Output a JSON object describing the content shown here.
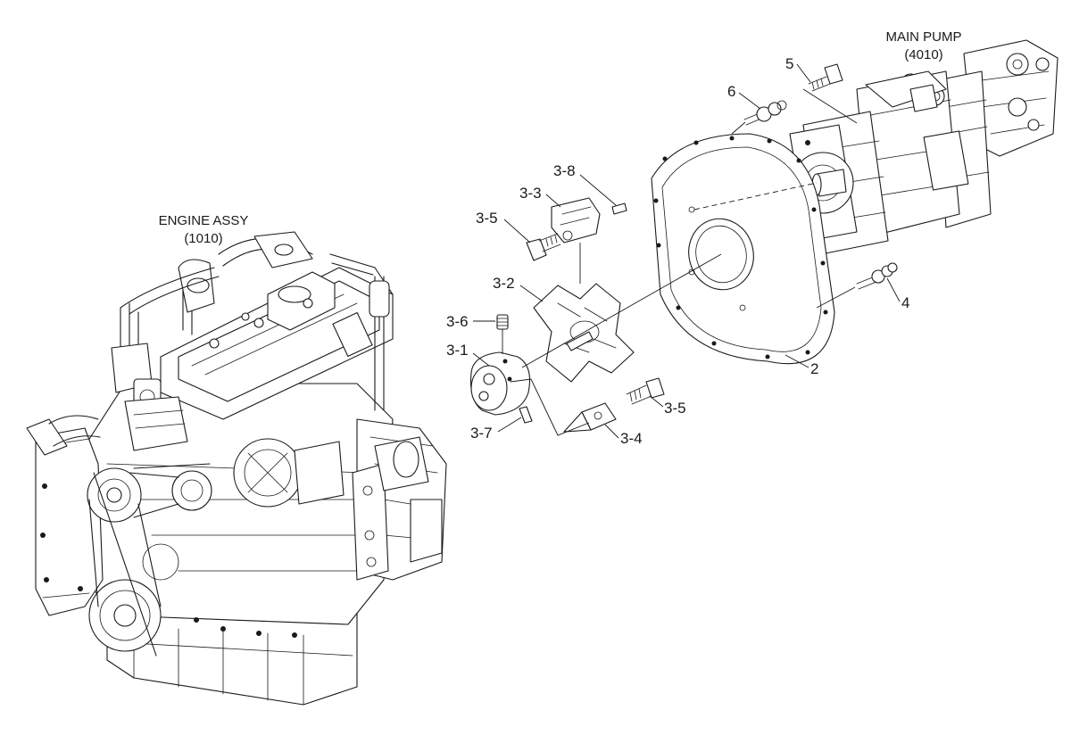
{
  "titles": {
    "engine": {
      "name": "ENGINE ASSY",
      "code": "(1010)"
    },
    "pump": {
      "name": "MAIN PUMP",
      "code": "(4010)"
    }
  },
  "callouts": {
    "c5": "5",
    "c6": "6",
    "c3_8": "3-8",
    "c3_3": "3-3",
    "c3_5a": "3-5",
    "c3_2": "3-2",
    "c3_6": "3-6",
    "c3_1": "3-1",
    "c3_7": "3-7",
    "c3_4": "3-4",
    "c3_5b": "3-5",
    "c4": "4",
    "c2": "2"
  }
}
